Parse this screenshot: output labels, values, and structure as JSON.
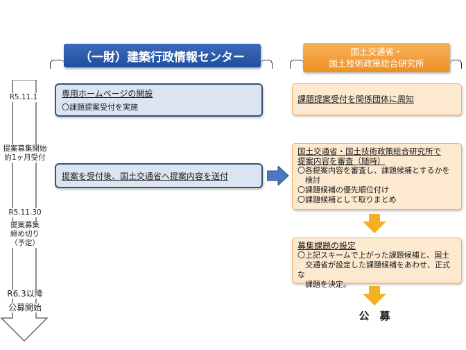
{
  "timeline": {
    "items": [
      {
        "text": "R5.11.1"
      },
      {
        "text": "提案募集開始"
      },
      {
        "text": "約1ヶ月受付"
      },
      {
        "text": "R5.11.30"
      },
      {
        "text": "提案募集"
      },
      {
        "text": "締め切り"
      },
      {
        "text": "（予定）"
      },
      {
        "text": "R6.3以降"
      },
      {
        "text": "公募開始"
      }
    ]
  },
  "left_org": {
    "title": "（一財）建築行政情報センター",
    "box1": {
      "title": "専用ホームページの開設",
      "item": "〇課題提案受付を実施"
    },
    "box2": {
      "title": "提案を受付後、国土交通省へ提案内容を送付"
    }
  },
  "right_org": {
    "title_line1": "国土交通省・",
    "title_line2": "国土技術政策総合研究所",
    "box1": {
      "title": "課題提案受付を関係団体に周知"
    },
    "box2": {
      "title_line1": "国土交通省・国土技術政策総合研究所で",
      "title_line2": "提案内容を審査（随時）",
      "items": [
        "〇各提案内容を審査し、課題候補とするかを",
        "　検討",
        "〇課題候補の優先順位付け",
        "〇課題候補として取りまとめ"
      ]
    },
    "box3": {
      "title": "募集課題の設定",
      "items": [
        "〇上記スキームで上がった課題候補と、国土",
        "　交通省が設定した課題候補をあわせ、正式な",
        "　課題を決定。"
      ]
    },
    "final": "公　募"
  },
  "colors": {
    "blue_header": "#1f4f9f",
    "orange_header": "#ef8f23",
    "blue_box_fill": "#dbe5f1",
    "orange_box_fill": "#fde9d0",
    "arrow_blue": "#4a79c4",
    "arrow_orange": "#f5b021"
  }
}
